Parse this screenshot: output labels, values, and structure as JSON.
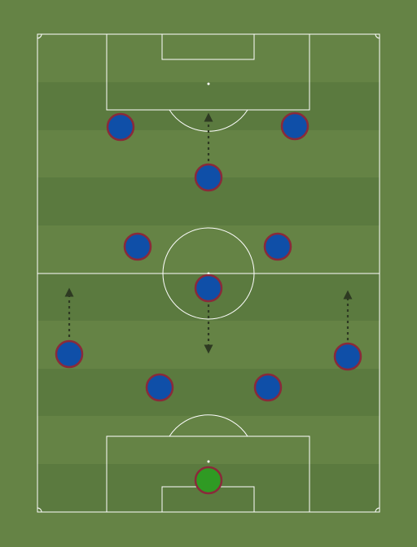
{
  "colors": {
    "grass": "#658345",
    "stripe_dark": "#5b7a3f",
    "line": "#ffffff",
    "player_fill": "#0f4fa8",
    "player_border": "#8a2a3a",
    "goalkeeper_fill": "#2f9a23",
    "arrow": "#2e3a22"
  },
  "formation": {
    "goalkeeper": {
      "role": "goalkeeper"
    },
    "outfield_count": 10
  },
  "movement_arrows": [
    {
      "from_player": "attacking-mid",
      "direction": "forward"
    },
    {
      "from_player": "defensive-mid",
      "direction": "backward"
    },
    {
      "from_player": "left-back",
      "direction": "forward"
    },
    {
      "from_player": "right-back",
      "direction": "forward"
    }
  ]
}
